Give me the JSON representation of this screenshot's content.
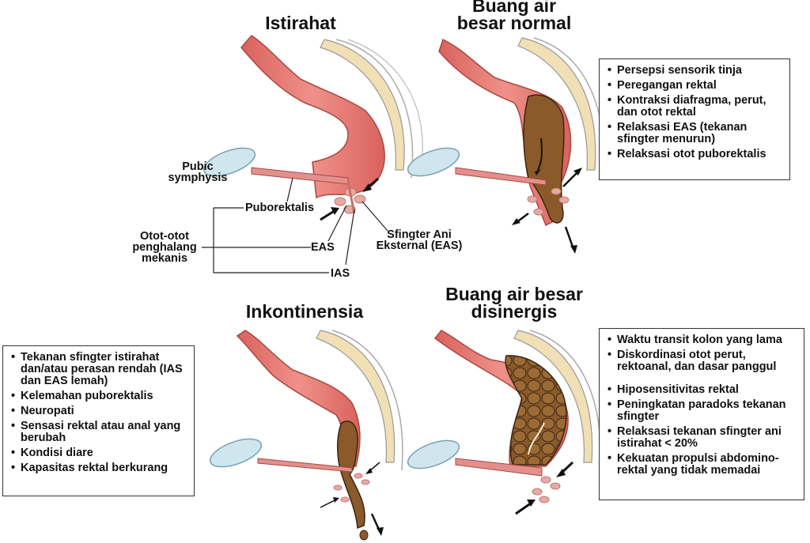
{
  "panels": {
    "rest": {
      "title": "Istirahat",
      "labels": {
        "pubic_symphysis": "Pubic\nsymphysis",
        "puborectalis": "Puborektalis",
        "mechanical_barrier": "Otot-otot\npenghalang\nmekanis",
        "eas_short": "EAS",
        "ias": "IAS",
        "external_sphincter": "Sfingter Ani\nEksternal (EAS)"
      }
    },
    "normal": {
      "title": "Buang air\nbesar normal",
      "items": [
        "Persepsi sensorik tinja",
        "Peregangan rektal",
        "Kontraksi diafragma, perut, dan otot rektal",
        "Relaksasi EAS (tekanan sfingter menurun)",
        "Relaksasi otot puborektalis"
      ]
    },
    "incontinence": {
      "title": "Inkontinensia",
      "items": [
        "Tekanan sfingter istirahat dan/atau perasan rendah (IAS dan EAS lemah)",
        "Kelemahan puborektalis",
        "Neuropati",
        "Sensasi rektal atau anal yang berubah",
        "Kondisi diare",
        "Kapasitas rektal berkurang"
      ]
    },
    "dyssynergic": {
      "title": "Buang air besar\ndisinergis",
      "items": [
        "Waktu transit kolon yang lama",
        "Diskordinasi otot perut, rektoanal, dan dasar panggul",
        "Hiposensitivitas rektal",
        "Peningkatan paradoks tekanan sfingter",
        "Relaksasi tekanan sfingter ani istirahat < 20%",
        "Kekuatan propulsi abdomino-rektal yang tidak memadai"
      ]
    }
  },
  "colors": {
    "colon": "#e0726c",
    "colon_dark": "#b84f4a",
    "stool": "#8a5a2b",
    "stool_dark": "#3a2512",
    "bone": "#f1dfb5",
    "pubic": "#cfe6ee",
    "muscle": "#e3908c",
    "sphincter": "#e9a9a3"
  }
}
